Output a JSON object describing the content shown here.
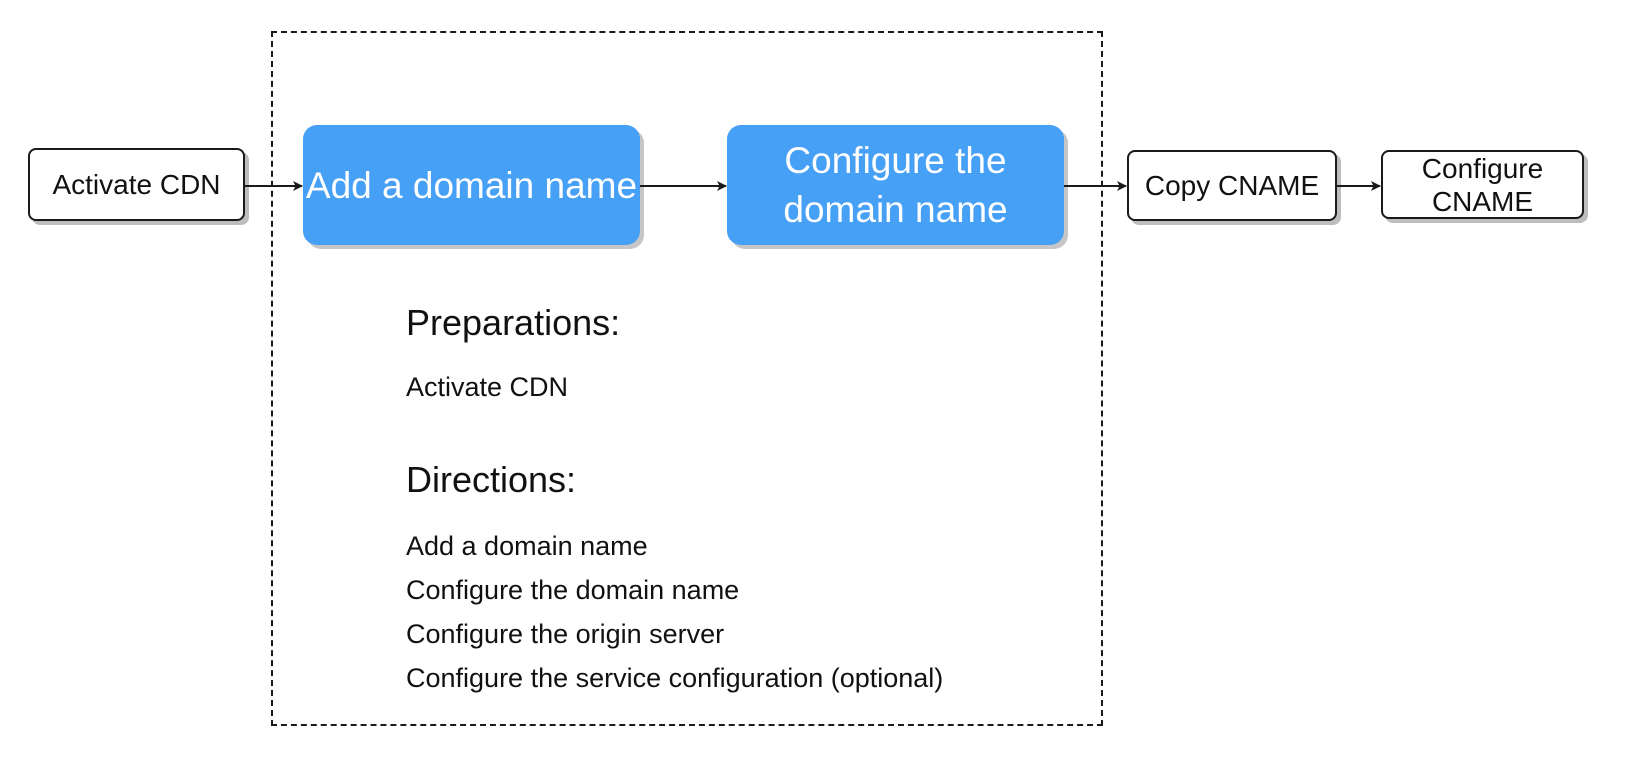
{
  "flow": {
    "step1": "Activate CDN",
    "step2": "Add a domain name",
    "step3": "Configure the\ndomain name",
    "step4": "Copy CNAME",
    "step5": "Configure\nCNAME"
  },
  "details": {
    "preparations_heading": "Preparations:",
    "preparations": [
      "Activate CDN"
    ],
    "directions_heading": "Directions:",
    "directions": [
      "Add a domain name",
      "Configure the domain name",
      "Configure the origin server",
      "Configure the service configuration (optional)"
    ]
  },
  "colors": {
    "highlight_fill": "#46a0f6",
    "outline": "#1a1a1a"
  }
}
